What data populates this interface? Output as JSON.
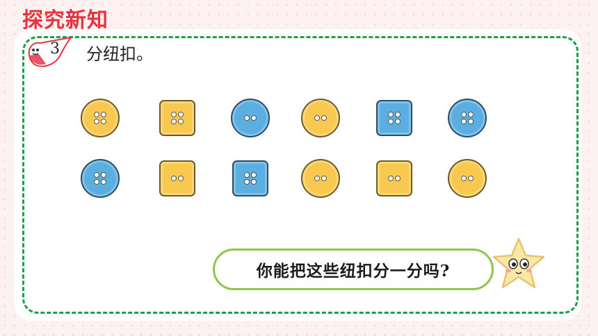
{
  "header": {
    "title": "探究新知"
  },
  "problem": {
    "number": "3",
    "text": "分纽扣。"
  },
  "buttons": {
    "rows": [
      [
        {
          "shape": "circle",
          "color": "yellow",
          "holes": 4
        },
        {
          "shape": "square",
          "color": "yellow",
          "holes": 4
        },
        {
          "shape": "circle",
          "color": "blue",
          "holes": 2
        },
        {
          "shape": "circle",
          "color": "yellow",
          "holes": 2
        },
        {
          "shape": "square",
          "color": "blue",
          "holes": 4
        },
        {
          "shape": "circle",
          "color": "blue",
          "holes": 4
        }
      ],
      [
        {
          "shape": "circle",
          "color": "blue",
          "holes": 4
        },
        {
          "shape": "square",
          "color": "yellow",
          "holes": 2
        },
        {
          "shape": "square",
          "color": "blue",
          "holes": 4
        },
        {
          "shape": "circle",
          "color": "yellow",
          "holes": 2
        },
        {
          "shape": "square",
          "color": "yellow",
          "holes": 2
        },
        {
          "shape": "circle",
          "color": "yellow",
          "holes": 2
        }
      ]
    ]
  },
  "question": {
    "text": "你能把这些纽扣分一分吗?"
  },
  "colors": {
    "title_red": "#e8333f",
    "border_green": "#1e9e49",
    "bubble_green": "#8cc64b",
    "button_yellow": "#f8c94e",
    "button_blue": "#5aaee0"
  }
}
